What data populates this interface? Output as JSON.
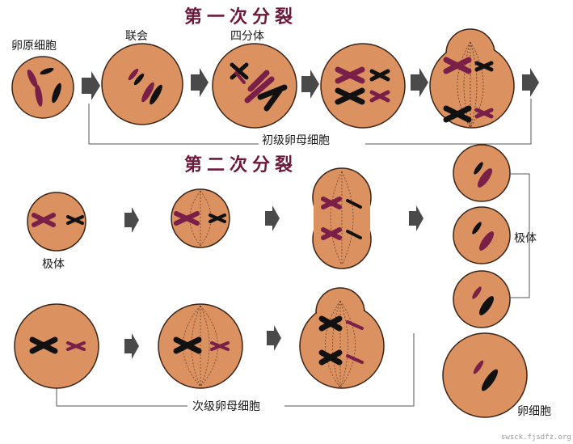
{
  "titles": {
    "meiosis1": "第一次分裂",
    "meiosis2": "第二次分裂"
  },
  "labels": {
    "oogonium": "卵原细胞",
    "synapsis": "联会",
    "tetrad": "四分体",
    "primary_oocyte": "初级卵母细胞",
    "secondary_oocyte": "次级卵母细胞",
    "polar_body_left": "极体",
    "polar_body_right": "极体",
    "ovum": "卵细胞"
  },
  "watermark": "swsck.fjsdfz.org",
  "colors": {
    "cell_fill": "#db9160",
    "cell_stroke": "#3a2416",
    "arrow": "#4a4a4a",
    "chromosome_purple": "#7a1f48",
    "chromosome_black": "#111111",
    "title": "#6b1a3c"
  }
}
